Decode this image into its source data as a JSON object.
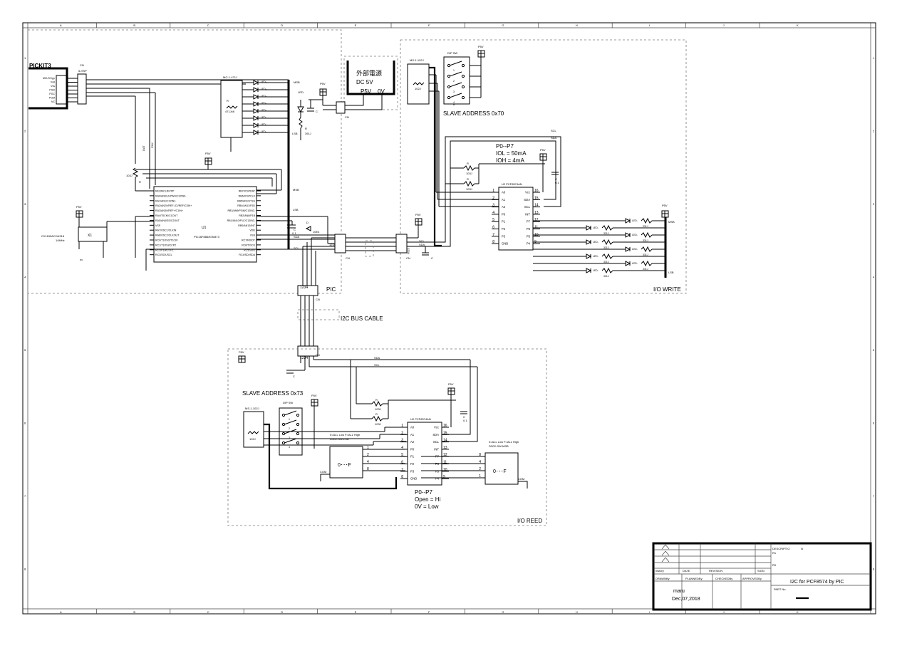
{
  "frame": {
    "cols": [
      "A",
      "B",
      "C",
      "D",
      "E",
      "F",
      "G",
      "H",
      "I",
      "J",
      "K"
    ],
    "rows": [
      "1",
      "2",
      "3",
      "4",
      "5",
      "6",
      "7",
      "8"
    ]
  },
  "pic_block": {
    "pickit_title": "PICKIT3",
    "pickit_conn_label": "CN",
    "pickit_header": "5-HSP",
    "pickit_pins": [
      "MCLR/Vpp",
      "Vdd",
      "Vss",
      "PGD",
      "PGC",
      "PGM",
      "NC"
    ],
    "dat_label": "DAT",
    "clk_label": "CLK",
    "r_label": "R",
    "r_value": "103J",
    "mcu_pins_left": [
      "RE3/MCLR/VPP",
      "RA0/AN0/ULPWU/C12IN0-",
      "RA1/AN1/C12IN1-",
      "RA2/AN2/VREF-/CVREF/C2IN+",
      "RA3/AN3/VREF+/C1IN+",
      "RA4/T0CKI/C1OUT",
      "RA5/AN4/SS/C2OUT",
      "VSS",
      "RA7/OSC1/CLKIN",
      "RA6/OSC2/CLKOUT",
      "RC0/T1OSO/T1CKI",
      "RC1/T1OSI/CCP2",
      "RC2/P1A/CCP1",
      "RC3/SCK/SCL"
    ],
    "mcu_pins_right": [
      "RB7/ICSPDAT",
      "RB6/ICSPCLK",
      "RB5/AN13/T1G",
      "RB4/AN11/P1D",
      "RB3/AN9/PGM/C12IN2-",
      "RB2/AN8/P1B",
      "RB1/AN10/P1C/C12IN3-",
      "RB0/AN12/INT",
      "VDD",
      "VSS",
      "RC7/RX/DT",
      "RC6/TX/CK",
      "RC5/SDO",
      "RC4/SDI/SDA"
    ],
    "mcu_ref": "U1",
    "mcu_name": "PIC16F886/876/873",
    "osc_name": "CX1150ACI14318",
    "osc_freq": "14MHz",
    "osc_ref": "X1",
    "nc_label": "nc",
    "block_label": "PIC",
    "p5v": "P5V",
    "cap_label": "C",
    "cap_value": "0.1",
    "diode_label": "D",
    "diode_value": "10E4",
    "sda_label": "SDA",
    "scl_label": "SCL",
    "cn_label": "CN",
    "net_msb": "MSB",
    "net_lsb": "LSB",
    "led_array_label": "MG-1-471J",
    "led_array_value": "471Jx8",
    "led_label": "LED-",
    "power_led_r": "391J",
    "ext_power_title": "外部電源",
    "ext_power_voltage": "DC 5V",
    "ext_power_p5v": "P5V",
    "ext_power_0v": "0V",
    "cable_label": "I2C BUS CABLE"
  },
  "io_write": {
    "resnet_label": "MS-1-102J",
    "resnet_value": "102J",
    "dipsw_label": "DIP SW",
    "dipsw_pin": "8",
    "address_label": "SLAVE ADDRESS 0x70",
    "ic_ref": "U2 PCF8574AN",
    "ic_pins_left": [
      "A0",
      "A1",
      "A2",
      "P0",
      "P1",
      "P2",
      "P3",
      "GND"
    ],
    "ic_pins_right": [
      "Vcc",
      "SDA",
      "SCL",
      "INT",
      "P7",
      "P6",
      "P5",
      "P4"
    ],
    "ic_pin_numbers_left": [
      "1",
      "2",
      "3",
      "4",
      "5",
      "6",
      "7",
      "8"
    ],
    "ic_pin_numbers_right": [
      "16",
      "15",
      "14",
      "13",
      "12",
      "11",
      "10",
      "9"
    ],
    "spec_lines": [
      "P0--P7",
      "IOL = 50mA",
      "IOH = 4mA"
    ],
    "pullup_value": "103J",
    "led_resistor": "331J",
    "block_label": "I/O WRITE"
  },
  "io_read": {
    "address_label": "SLAVE ADDRESS 0x73",
    "resnet_label": "MS-1-102J",
    "resnet_value": "102J",
    "dipsw_label": "DIP SW",
    "ic_ref": "U2 PCF8574AN",
    "ic_pins_left": [
      "A0",
      "A1",
      "A2",
      "P0",
      "P1",
      "P2",
      "P3",
      "GND"
    ],
    "ic_pins_right": [
      "Vcc",
      "SDA",
      "SCL",
      "INT",
      "P7",
      "P6",
      "P5",
      "P4"
    ],
    "ic_pin_numbers_left": [
      "1",
      "2",
      "3",
      "4",
      "5",
      "6",
      "7",
      "8"
    ],
    "ic_pin_numbers_right": [
      "16",
      "15",
      "14",
      "13",
      "12",
      "11",
      "10",
      "9"
    ],
    "spec_lines": [
      "P0--P7",
      "Open = Hi",
      "0V = Low"
    ],
    "rotary_lsb_note1": "0=ALL Low  F=ALL High",
    "rotary_lsb_note2": "DS02-SW-LSB",
    "rotary_msb_note1": "0=ALL Low  F=ALL High",
    "rotary_msb_note2": "DS02-SW-MSB",
    "rotary_value": "0･･･F",
    "com_label": "COM",
    "block_label": "I/O REED"
  },
  "title_block": {
    "hdr_history": "history",
    "hdr_date": "DATE",
    "hdr_revision": "REVISION",
    "hdr_sign": "SIGN",
    "descr_label": "DESCRIPTIO",
    "descr_n": "N",
    "rev1": "R1",
    "rev0": "R0",
    "drawn_by": "DRAWNBy",
    "planned_by": "PLANNEDBy",
    "checked_by": "CHECKEDBy",
    "approved_by": "APPROVEDBy",
    "title": "I2C for PCF8574 by PIC",
    "author": "maru",
    "date": "Dec,07,2018",
    "part_no_label": "PART No."
  }
}
